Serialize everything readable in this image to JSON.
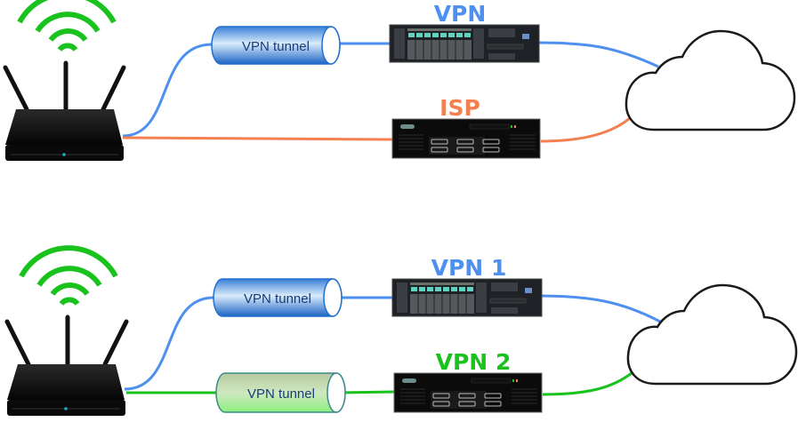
{
  "colors": {
    "vpn": "#4d90f0",
    "isp": "#f5804f",
    "vpn2": "#19c21c",
    "wifi": "#19c21c",
    "cloud_stroke": "#1a1a1a"
  },
  "diagrams": [
    {
      "name": "single-vpn",
      "tunnel_label": "VPN tunnel",
      "vpn_server_label": "VPN",
      "isp_server_label": "ISP"
    },
    {
      "name": "dual-vpn",
      "tunnel1_label": "VPN tunnel",
      "tunnel2_label": "VPN tunnel",
      "vpn1_server_label": "VPN 1",
      "vpn2_server_label": "VPN 2"
    }
  ]
}
